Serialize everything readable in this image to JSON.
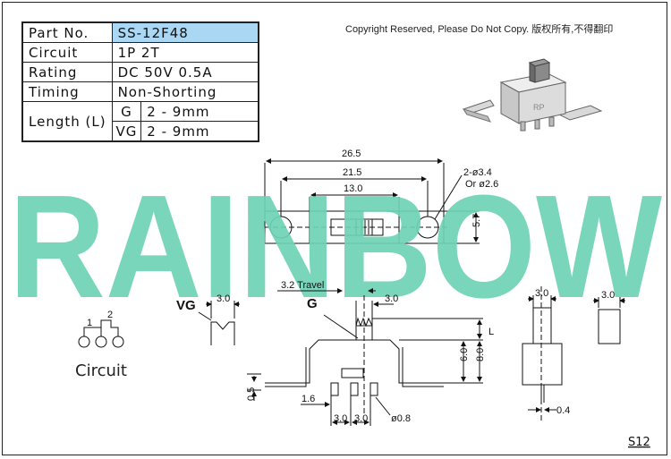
{
  "spec_table": {
    "part_no_label": "Part No.",
    "part_no_value": "SS-12F48",
    "circuit_label": "Circuit",
    "circuit_value": "1P 2T",
    "rating_label": "Rating",
    "rating_value": "DC 50V 0.5A",
    "timing_label": "Timing",
    "timing_value": "Non-Shorting",
    "length_label": "Length (L)",
    "length_rows": [
      {
        "type": "G",
        "value": "2 - 9mm"
      },
      {
        "type": "VG",
        "value": "2 - 9mm"
      }
    ]
  },
  "copyright": "Copyright Reserved, Please Do Not Copy. 版权所有,不得翻印",
  "watermark": "RAINBOW",
  "watermark_color": "#6fd2b4",
  "top_view": {
    "dim_overall": "26.5",
    "dim_mount": "21.5",
    "dim_slot": "13.0",
    "dim_height": "5.7",
    "hole_note_line1": "2-ø3.4",
    "hole_note_line2": "Or ø2.6"
  },
  "front_view": {
    "travel": "3.2 Travel",
    "actuator_label": "G",
    "actuator_width": "3.0",
    "dim_l": "L",
    "dim_6": "6.0",
    "dim_8": "8.0",
    "dim_05": "0.5",
    "dim_16": "1.6",
    "pitch_1": "3.0",
    "pitch_2": "3.0",
    "pin_dia": "ø0.8"
  },
  "vg_detail": {
    "label": "VG",
    "width": "3.0"
  },
  "circuit": {
    "label": "Circuit",
    "pin1": "1",
    "pin2": "2"
  },
  "side_view": {
    "width_top": "3.0",
    "pin_width": "0.4"
  },
  "end_view": {
    "width": "3.0"
  },
  "page_code": "S12"
}
